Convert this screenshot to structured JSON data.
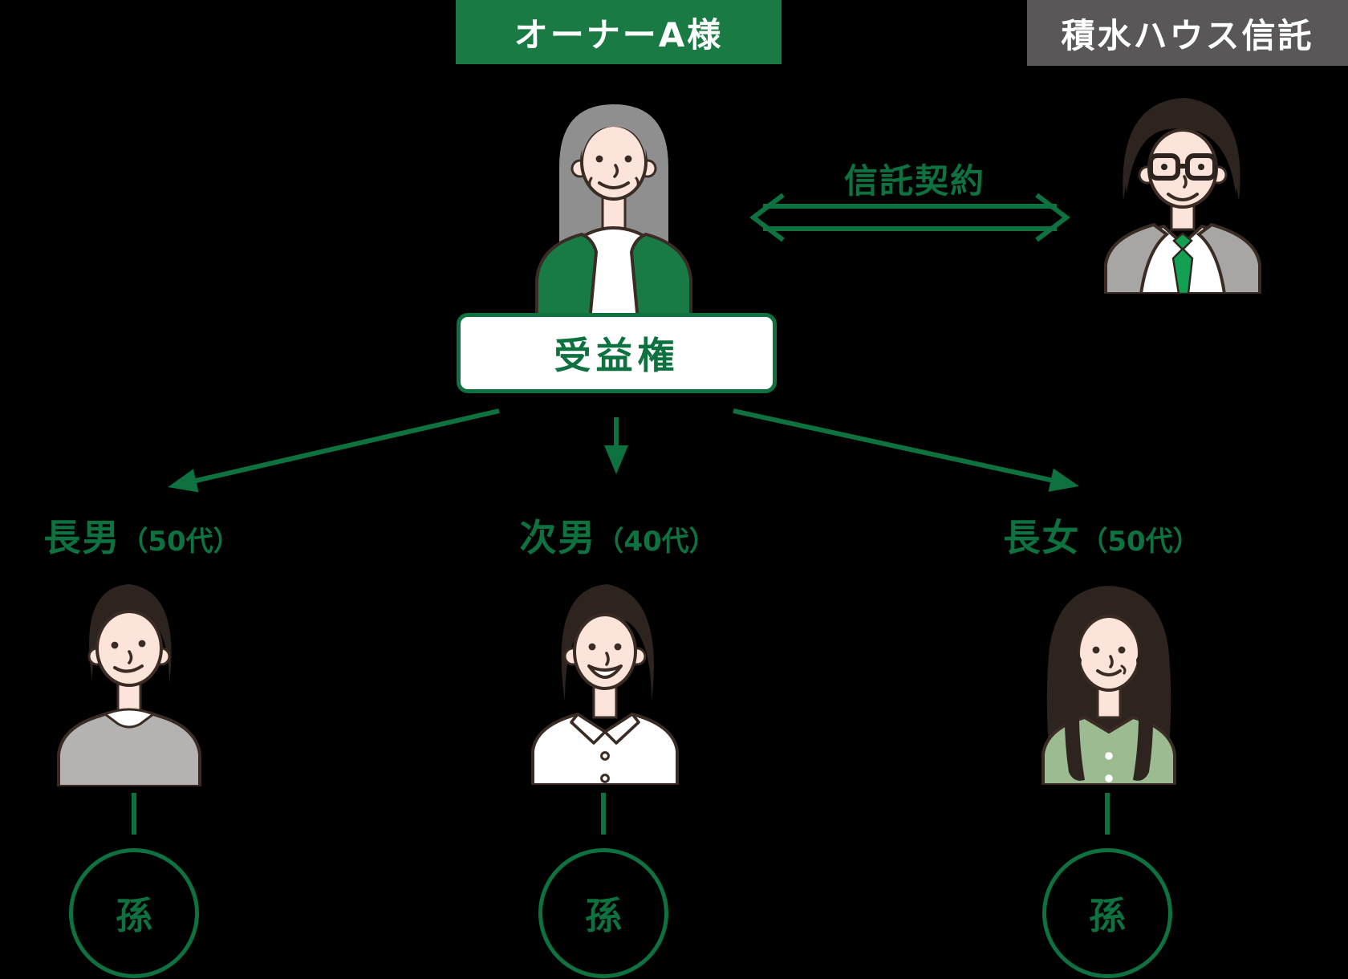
{
  "owner": {
    "title": "オーナーA様"
  },
  "trust_company": {
    "title": "積水ハウス信託"
  },
  "contract_label": "信託契約",
  "beneficiary_right": {
    "label": "受益権"
  },
  "children": [
    {
      "name": "長男",
      "age": "（50代）",
      "grandchild_label": "孫"
    },
    {
      "name": "次男",
      "age": "（40代）",
      "grandchild_label": "孫"
    },
    {
      "name": "長女",
      "age": "（50代）",
      "grandchild_label": "孫"
    }
  ],
  "avatars": {
    "owner": "elderly-woman-gray-hair-green-cardigan",
    "trust_officer": "businessman-glasses-green-tie-gray-suit",
    "eldest_son": "man-short-hair-gray-shirt",
    "second_son": "man-smiling-white-shirt",
    "eldest_daughter": "woman-long-hair-green-blouse"
  },
  "colors": {
    "green": "#0e7140",
    "header_green": "#1a7a44",
    "header_gray": "#595757",
    "background": "#000000"
  }
}
